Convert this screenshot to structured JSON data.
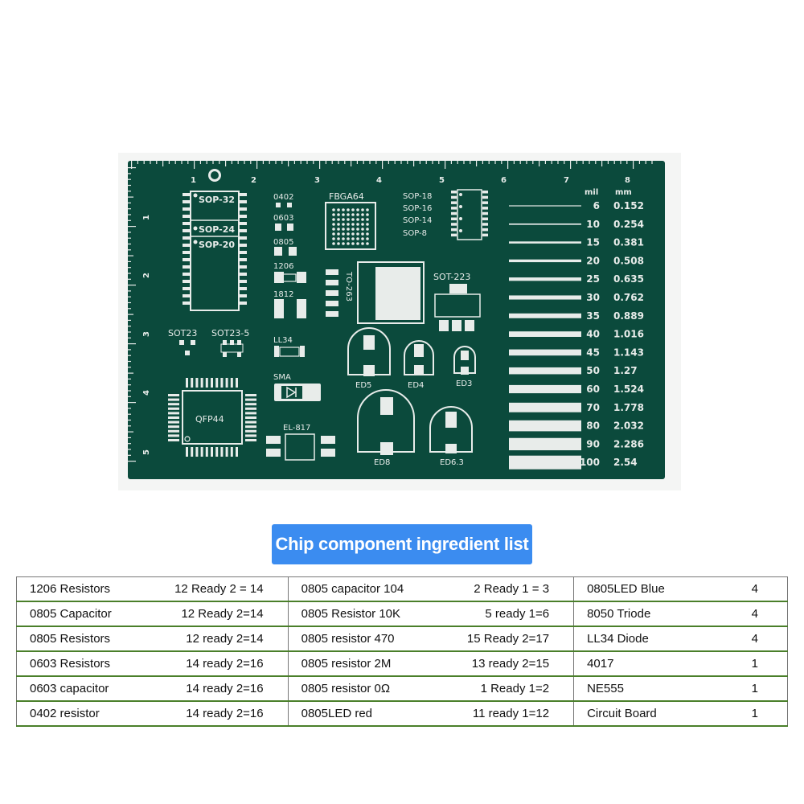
{
  "board": {
    "ruler_top": [
      "1",
      "2",
      "3",
      "4",
      "5",
      "6",
      "7",
      "8"
    ],
    "ruler_left": [
      "1",
      "2",
      "3",
      "4",
      "5"
    ],
    "packages": {
      "sop32": "SOP-32",
      "sop24": "SOP-24",
      "sop20": "SOP-20",
      "c0402": "0402",
      "c0603": "0603",
      "c0805": "0805",
      "c1206": "1206",
      "c1812": "1812",
      "ll34": "LL34",
      "sma": "SMA",
      "el817": "EL-817",
      "fbga64": "FBGA64",
      "to263": "TO-263",
      "sot223": "SOT-223",
      "sop18": "SOP-18",
      "sop16": "SOP-16",
      "sop14": "SOP-14",
      "sop8": "SOP-8",
      "sot23": "SOT23",
      "sot23_5": "SOT23-5",
      "qfp44": "QFP44",
      "ed5": "ED5",
      "ed4": "ED4",
      "ed3": "ED3",
      "ed8": "ED8",
      "ed63": "ED6.3"
    },
    "width_table": {
      "head_mil": "mil",
      "head_mm": "mm",
      "rows": [
        {
          "mil": "6",
          "mm": "0.152"
        },
        {
          "mil": "10",
          "mm": "0.254"
        },
        {
          "mil": "15",
          "mm": "0.381"
        },
        {
          "mil": "20",
          "mm": "0.508"
        },
        {
          "mil": "25",
          "mm": "0.635"
        },
        {
          "mil": "30",
          "mm": "0.762"
        },
        {
          "mil": "35",
          "mm": "0.889"
        },
        {
          "mil": "40",
          "mm": "1.016"
        },
        {
          "mil": "45",
          "mm": "1.143"
        },
        {
          "mil": "50",
          "mm": "1.27"
        },
        {
          "mil": "60",
          "mm": "1.524"
        },
        {
          "mil": "70",
          "mm": "1.778"
        },
        {
          "mil": "80",
          "mm": "2.032"
        },
        {
          "mil": "90",
          "mm": "2.286"
        },
        {
          "mil": "100",
          "mm": "2.54"
        }
      ]
    },
    "colors": {
      "pcb": "#0b4a3c",
      "silk": "#e8ecea",
      "badge": "#3b8cf0"
    }
  },
  "list_title": "Chip component ingredient list",
  "bom": [
    [
      {
        "name": "1206 Resistors",
        "qty": "12 Ready 2 = 14"
      },
      {
        "name": "0805 capacitor 104",
        "qty": "2 Ready 1 = 3"
      },
      {
        "name": "0805LED Blue",
        "qty": "4"
      }
    ],
    [
      {
        "name": "0805 Capacitor",
        "qty": "12 Ready 2=14"
      },
      {
        "name": "0805 Resistor 10K",
        "qty": "5 ready 1=6"
      },
      {
        "name": "8050 Triode",
        "qty": "4"
      }
    ],
    [
      {
        "name": "0805 Resistors",
        "qty": "12 ready 2=14"
      },
      {
        "name": "0805 resistor 470",
        "qty": "15 Ready 2=17"
      },
      {
        "name": "LL34 Diode",
        "qty": "4"
      }
    ],
    [
      {
        "name": "0603 Resistors",
        "qty": "14 ready 2=16"
      },
      {
        "name": "0805 resistor 2M",
        "qty": "13 ready 2=15"
      },
      {
        "name": "4017",
        "qty": "1"
      }
    ],
    [
      {
        "name": "0603 capacitor",
        "qty": "14 ready 2=16"
      },
      {
        "name": "0805 resistor 0Ω",
        "qty": "1 Ready 1=2"
      },
      {
        "name": "NE555",
        "qty": "1"
      }
    ],
    [
      {
        "name": "0402 resistor",
        "qty": "14 ready 2=16"
      },
      {
        "name": "0805LED red",
        "qty": "11 ready 1=12"
      },
      {
        "name": "Circuit Board",
        "qty": "1"
      }
    ]
  ]
}
